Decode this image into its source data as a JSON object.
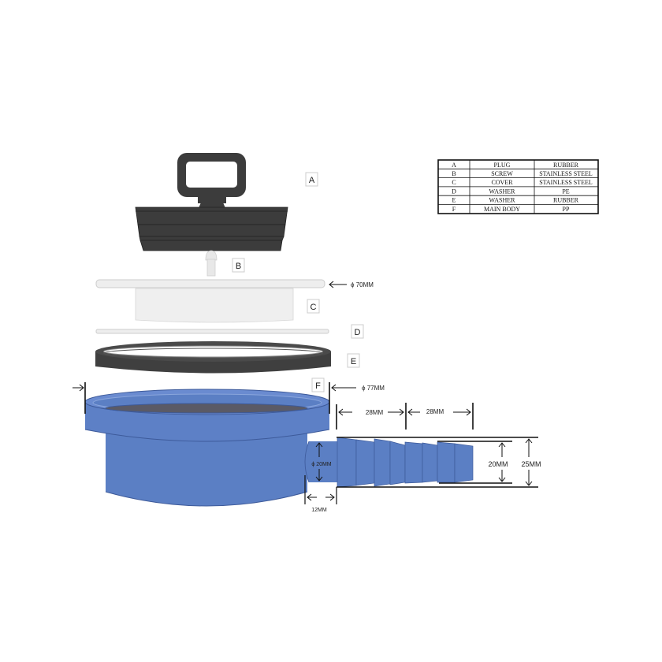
{
  "diagram": {
    "type": "exploded-assembly",
    "parts": [
      {
        "id": "A",
        "name": "PLUG",
        "material": "RUBBER",
        "color": "#3c3c3c"
      },
      {
        "id": "B",
        "name": "SCREW",
        "material": "STAINLESS STEEL",
        "color": "#e4e4e4"
      },
      {
        "id": "C",
        "name": "COVER",
        "material": "STAINLESS STEEL",
        "color": "#eeeeee"
      },
      {
        "id": "D",
        "name": "WASHER",
        "material": "PE",
        "color": "#eeeeee"
      },
      {
        "id": "E",
        "name": "WASHER",
        "material": "RUBBER",
        "color": "#3f3f3f"
      },
      {
        "id": "F",
        "name": "MAIN BODY",
        "material": "PP",
        "color": "#5b7fc4"
      }
    ],
    "labels": {
      "a": "A",
      "b": "B",
      "c": "C",
      "d": "D",
      "e": "E",
      "f": "F"
    },
    "dimensions": {
      "cover_diameter": "ϕ 70MM",
      "body_diameter": "ϕ 77MM",
      "segment_1": "28MM",
      "segment_2": "28MM",
      "outlet_diameter": "ϕ 20MM",
      "outlet_length": "12MM",
      "inner_hose": "20MM",
      "outer_hose": "25MM"
    }
  },
  "table": {
    "rows": [
      [
        "A",
        "PLUG",
        "RUBBER"
      ],
      [
        "B",
        "SCREW",
        "STAINLESS STEEL"
      ],
      [
        "C",
        "COVER",
        "STAINLESS STEEL"
      ],
      [
        "D",
        "WASHER",
        "PE"
      ],
      [
        "E",
        "WASHER",
        "RUBBER"
      ],
      [
        "F",
        "MAIN BODY",
        "PP"
      ]
    ]
  },
  "colors": {
    "rubber": "#3c3c3c",
    "steel": "#ececec",
    "body_blue": "#5b7fc4",
    "body_dark": "#3d5a9a",
    "inner_dark": "#5a5a66"
  }
}
